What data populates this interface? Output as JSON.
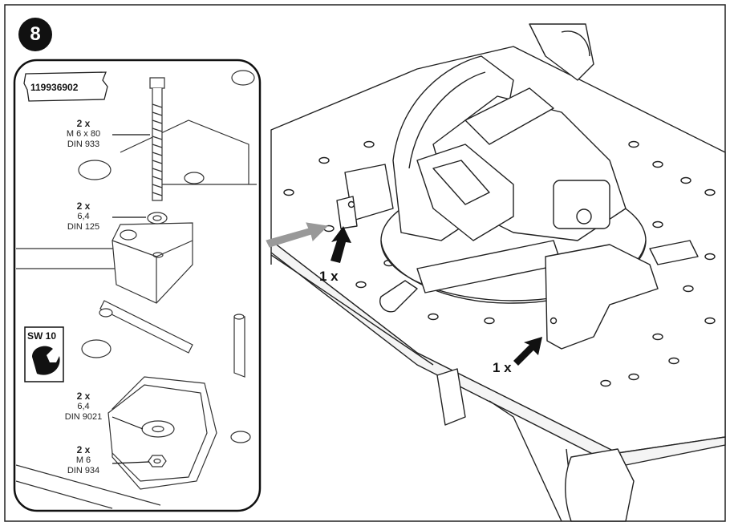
{
  "step": {
    "number": "8"
  },
  "detail": {
    "part_number": "119936902",
    "tool": "SW 10",
    "items": [
      {
        "qty": "2 x",
        "spec": "M 6 x 80",
        "norm": "DIN 933"
      },
      {
        "qty": "2 x",
        "spec": "6,4",
        "norm": "DIN 125"
      },
      {
        "qty": "2 x",
        "spec": "6,4",
        "norm": "DIN 9021"
      },
      {
        "qty": "2 x",
        "spec": "M 6",
        "norm": "DIN 934"
      }
    ]
  },
  "main": {
    "callouts": [
      {
        "label": "1 x"
      },
      {
        "label": "1 x"
      }
    ]
  }
}
